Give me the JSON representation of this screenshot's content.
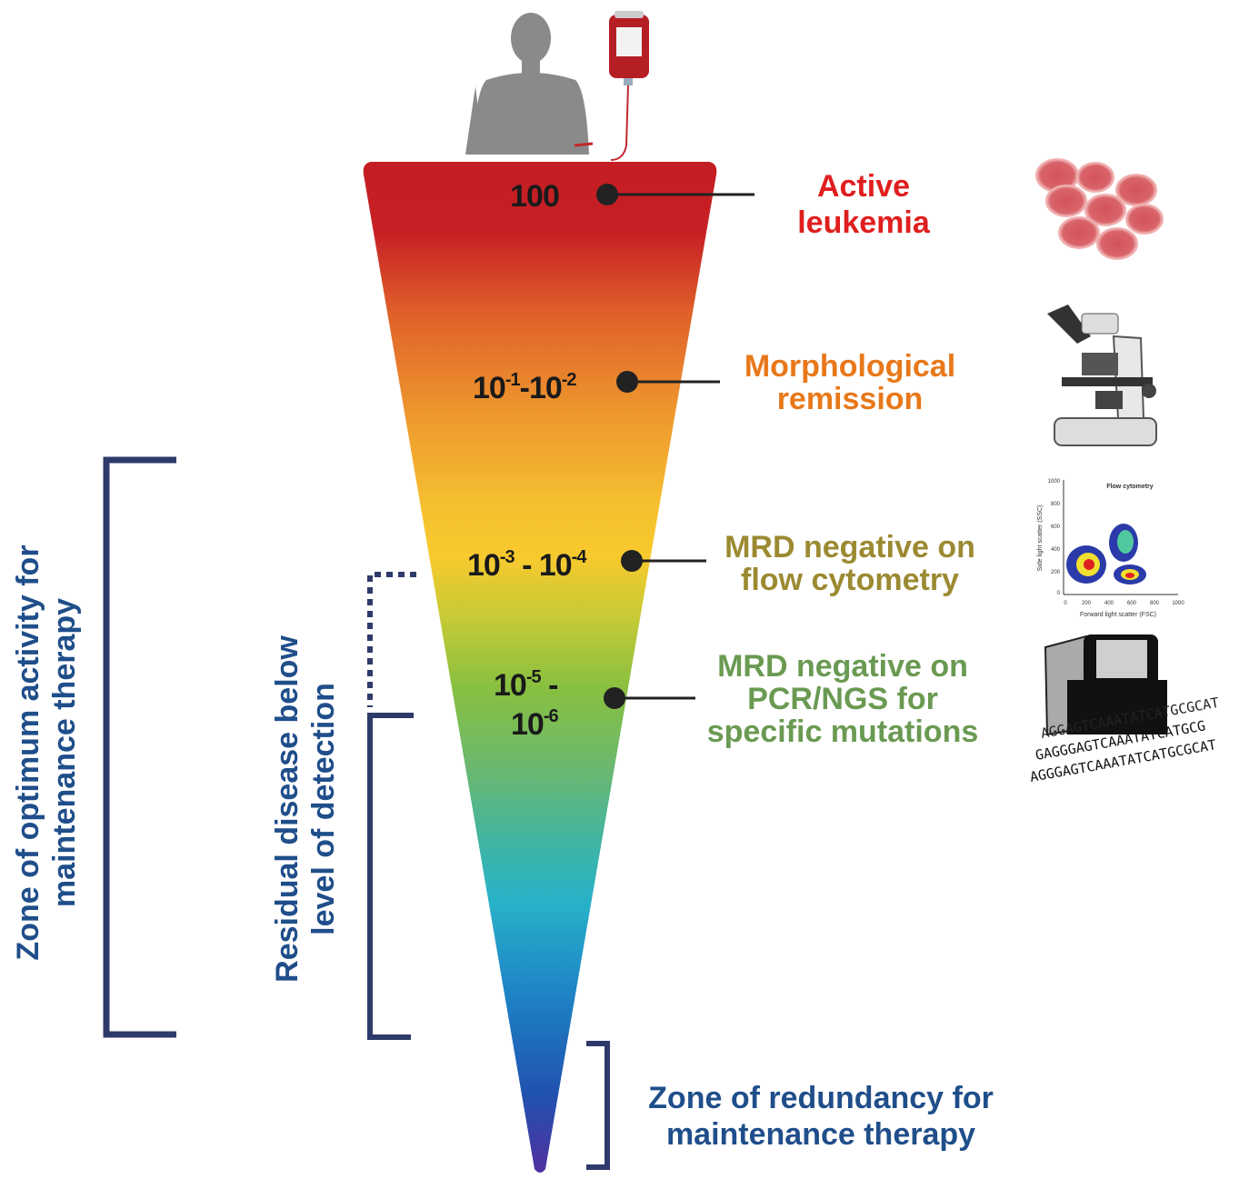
{
  "levels": [
    {
      "base": "100",
      "exp": "",
      "color": "#c62025"
    },
    {
      "text": [
        "10",
        "-1",
        "-10",
        "-2"
      ]
    },
    {
      "text": [
        "10",
        "-3",
        " - 10",
        "-4"
      ]
    },
    {
      "line1": [
        "10",
        "-5",
        " -"
      ],
      "line2": [
        "10",
        "-6"
      ]
    }
  ],
  "labels": [
    {
      "lines": [
        "Active",
        "leukemia"
      ],
      "color": "#e01e1e"
    },
    {
      "lines": [
        "Morphological",
        "remission"
      ],
      "color": "#e8781a"
    },
    {
      "lines": [
        "MRD negative on",
        "flow cytometry"
      ],
      "color": "#9c8a32"
    },
    {
      "lines": [
        "MRD negative on",
        "PCR/NGS for",
        "specific mutations"
      ],
      "color": "#6a9a52"
    }
  ],
  "zones": {
    "optimum": [
      "Zone of optimum activity for",
      "maintenance therapy"
    ],
    "residual": [
      "Residual disease below",
      "level of detection"
    ],
    "redundancy": [
      "Zone of redundancy for",
      "maintenance therapy"
    ],
    "text_color": "#1f4e8a",
    "bracket_color": "#2e3a6a"
  },
  "flow_plot": {
    "title": "Flow cytometry",
    "xlabel": "Forward light scatter (FSC)",
    "ylabel": "Side light scatter (SSC)",
    "xticks": [
      "0",
      "200",
      "400",
      "600",
      "800",
      "1000"
    ],
    "yticks": [
      "0",
      "200",
      "400",
      "600",
      "800",
      "1000"
    ]
  },
  "dna_sequences": [
    "AGGAGTCAAATATCATGCGCAT",
    "GAGGGAGTCAAATATCATGCG",
    "AGGGAGTCAAATATCATGCGCAT"
  ],
  "icons": [
    "human-figure-icon",
    "blood-bag-icon",
    "red-blood-cells-icon",
    "microscope-icon",
    "flow-cytometry-plot",
    "sequencer-icon"
  ]
}
